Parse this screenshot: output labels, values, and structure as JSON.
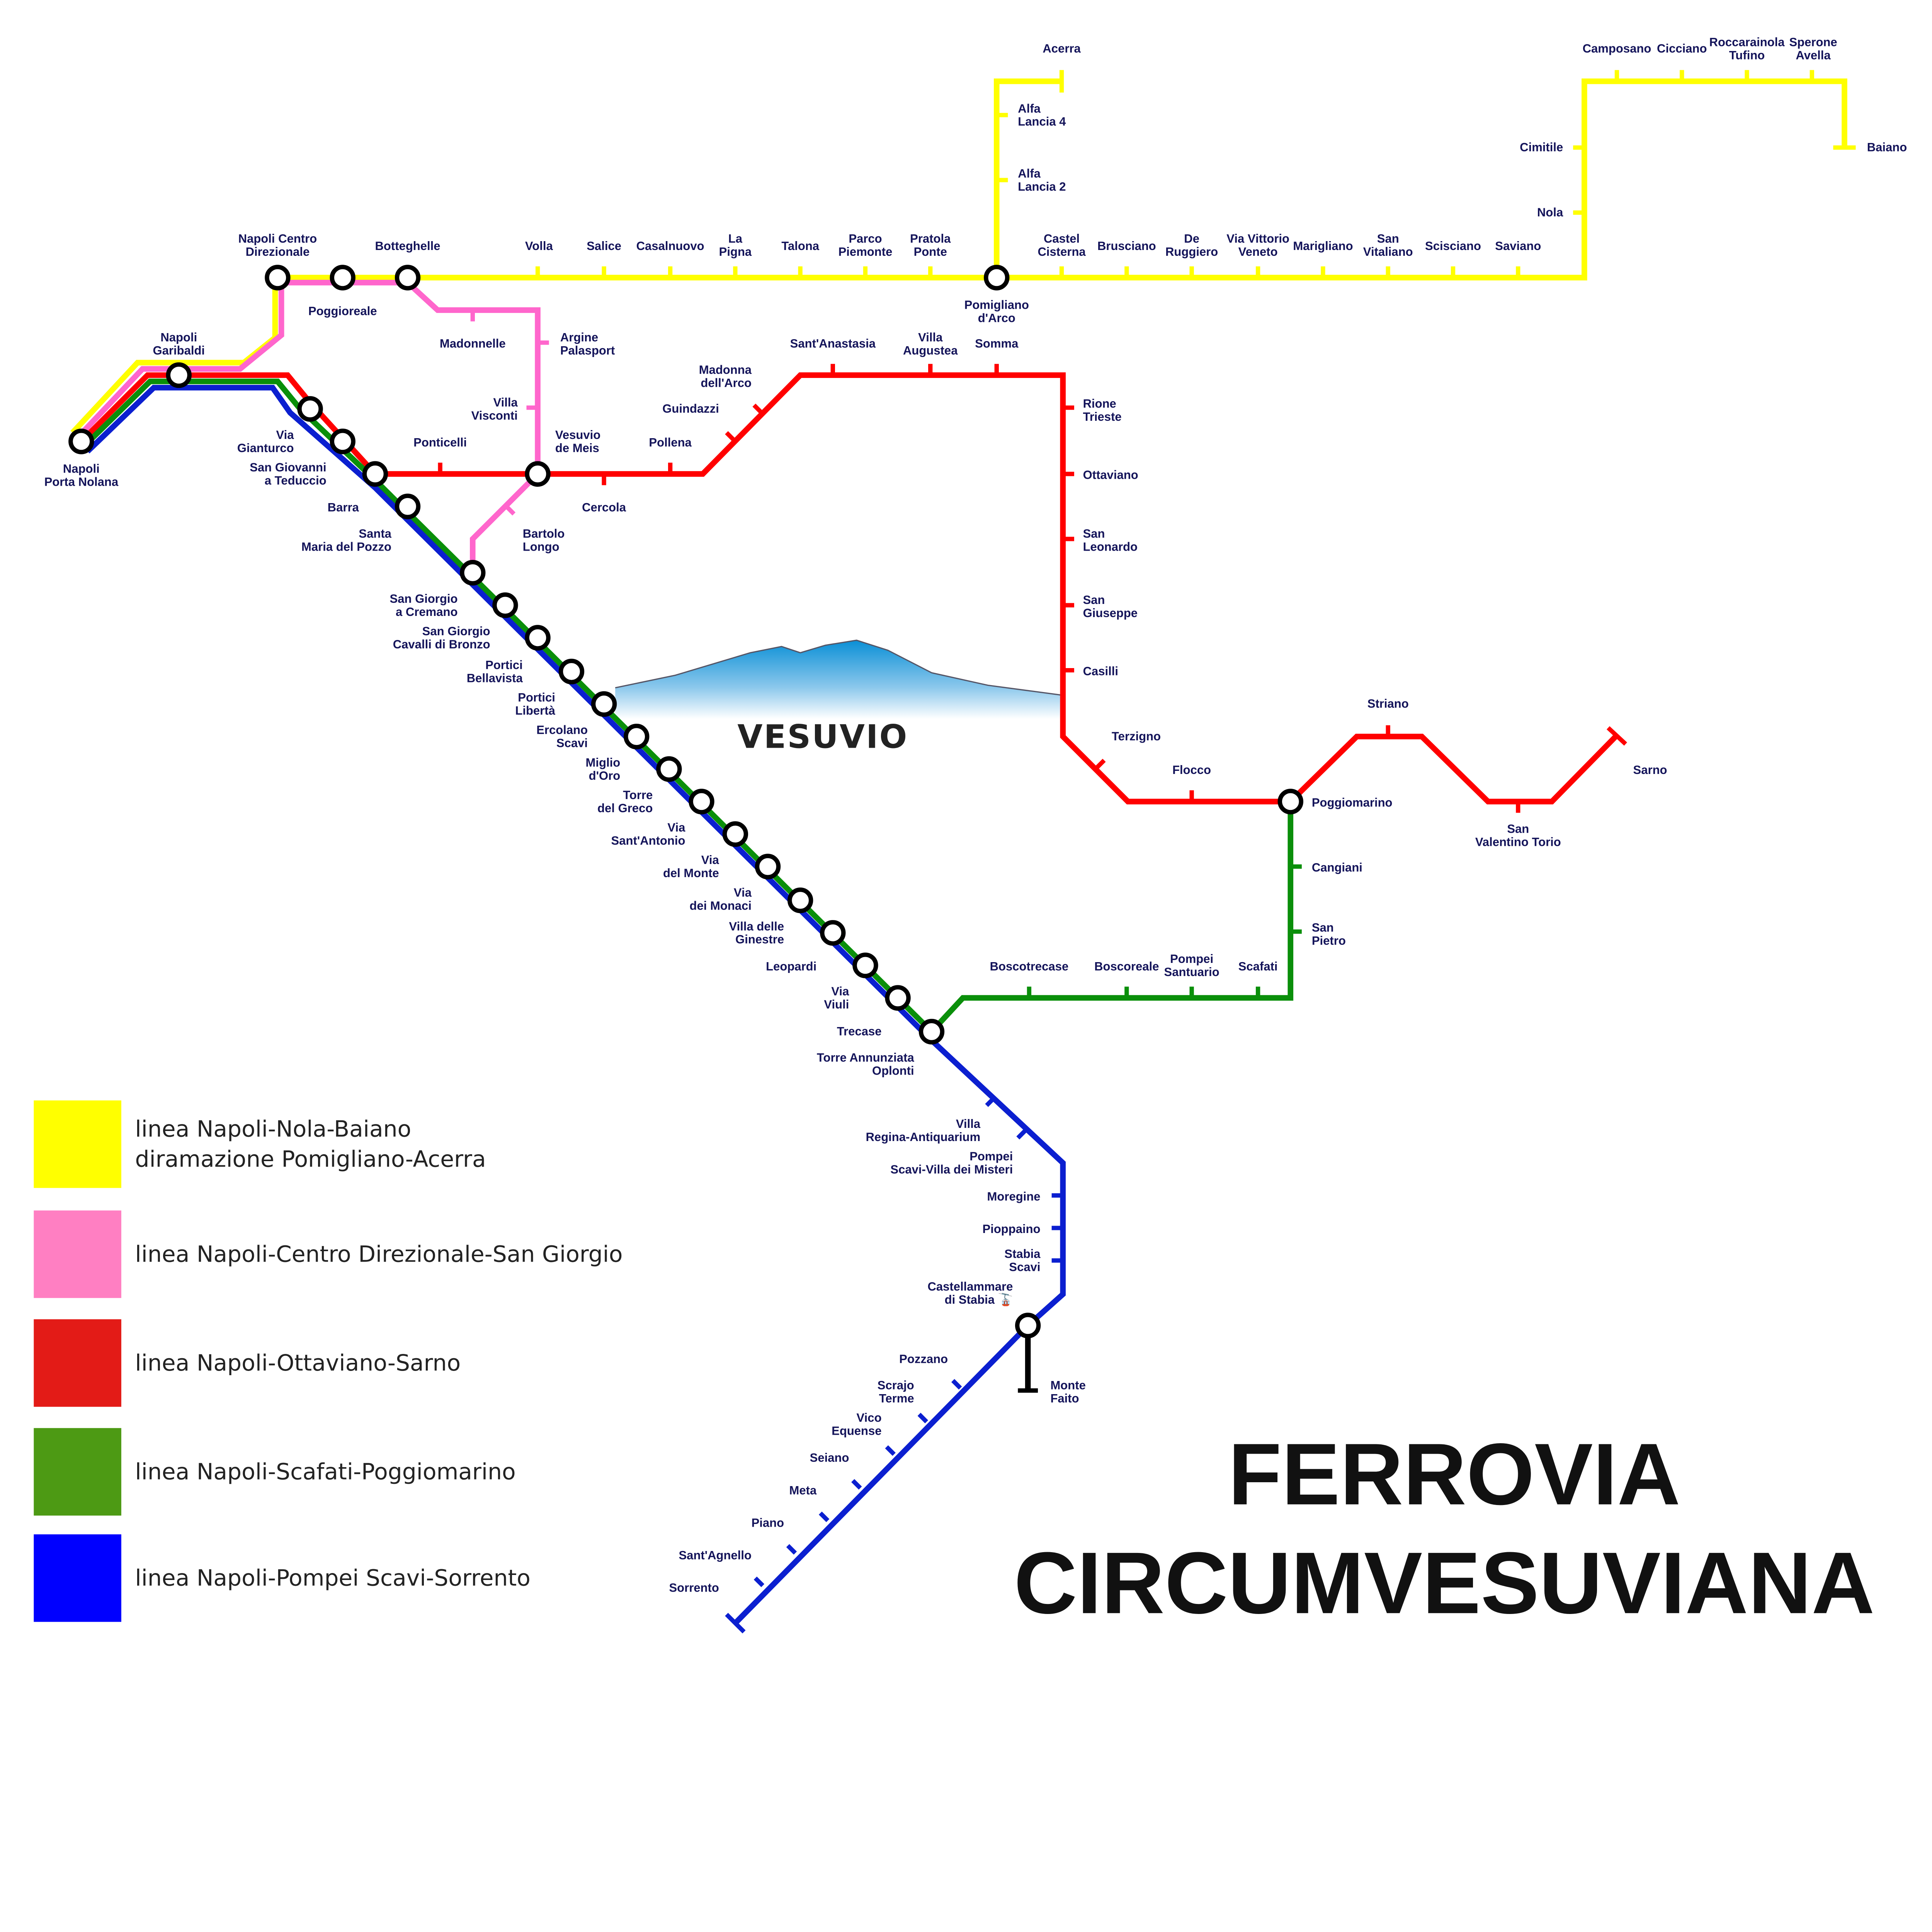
{
  "title": {
    "line1": "FERROVIA",
    "line2": "CIRCUMVESUVIANA"
  },
  "landmark": "VESUVIO",
  "colors": {
    "yellow": "#ffff00",
    "pink": "#ff7ccc",
    "red": "#ff0000",
    "green": "#0a8f0a",
    "blue": "#0b1fd0",
    "text": "#14145a"
  },
  "legend": [
    {
      "label": "linea Napoli-Nola-Baiano\ndiramazione Pomigliano-Acerra",
      "color": "#ffff00"
    },
    {
      "label": "linea Napoli-Centro Direzionale-San Giorgio",
      "color": "#ff7fc2"
    },
    {
      "label": "linea Napoli-Ottaviano-Sarno",
      "color": "#e31b17"
    },
    {
      "label": "linea Napoli-Scafati-Poggiomarino",
      "color": "#4d9a14"
    },
    {
      "label": "linea Napoli-Pompei Scavi-Sorrento",
      "color": "#0000ff"
    }
  ],
  "stations": {
    "acerra": "Acerra",
    "alfa4": "Alfa\nLancia 4",
    "alfa2": "Alfa\nLancia 2",
    "camposano": "Camposano",
    "cicciano": "Cicciano",
    "roccarainola": "Roccarainola\nTufino",
    "sperone": "Sperone\nAvella",
    "baiano": "Baiano",
    "cimitile": "Cimitile",
    "nola": "Nola",
    "centro_dir": "Napoli Centro\nDirezionale",
    "botteghelle": "Botteghelle",
    "volla": "Volla",
    "salice": "Salice",
    "casalnuovo": "Casalnuovo",
    "la_pigna": "La\nPigna",
    "talona": "Talona",
    "parco": "Parco\nPiemonte",
    "pratola": "Pratola\nPonte",
    "castel": "Castel\nCisterna",
    "brusciano": "Brusciano",
    "de_ruggiero": "De\nRuggiero",
    "vittorio": "Via Vittorio\nVeneto",
    "marigliano": "Marigliano",
    "san_vitaliano": "San\nVitaliano",
    "scisciano": "Scisciano",
    "saviano": "Saviano",
    "pomigliano": "Pomigliano\nd'Arco",
    "poggioreale": "Poggioreale",
    "madonnelle": "Madonnelle",
    "argine": "Argine\nPalasport",
    "garibaldi": "Napoli\nGaribaldi",
    "villa_visconti": "Villa\nVisconti",
    "ponticelli": "Ponticelli",
    "vesuvio_demeis": "Vesuvio\nde Meis",
    "pollena": "Pollena",
    "guindazzi": "Guindazzi",
    "madonna_arco": "Madonna\ndell'Arco",
    "sant_anastasia": "Sant'Anastasia",
    "villa_augustea": "Villa\nAugustea",
    "somma": "Somma",
    "rione": "Rione\nTrieste",
    "ottaviano": "Ottaviano",
    "san_leonardo": "San\nLeonardo",
    "san_giuseppe": "San\nGiuseppe",
    "casilli": "Casilli",
    "terzigno": "Terzigno",
    "flocco": "Flocco",
    "striano": "Striano",
    "sarno": "Sarno",
    "poggiomarino": "Poggiomarino",
    "san_valentino": "San\nValentino Torio",
    "cercola": "Cercola",
    "bartolo": "Bartolo\nLongo",
    "porta_nolana": "Napoli\nPorta Nolana",
    "via_gianturco": "Via\nGianturco",
    "san_giovanni": "San Giovanni\na Teduccio",
    "barra": "Barra",
    "santa_maria": "Santa\nMaria del Pozzo",
    "sg_cremano": "San Giorgio\na Cremano",
    "cavalli": "San Giorgio\nCavalli di Bronzo",
    "bellavista": "Portici\nBellavista",
    "liberta": "Portici\nLibertà",
    "ercolano": "Ercolano\nScavi",
    "miglio": "Miglio\nd'Oro",
    "torre_greco": "Torre\ndel Greco",
    "santantonio": "Via\nSant'Antonio",
    "via_monte": "Via\ndel Monte",
    "monaci": "Via\ndei Monaci",
    "ginestre": "Villa delle\nGinestre",
    "leopardi": "Leopardi",
    "viuli": "Via\nViuli",
    "trecase": "Trecase",
    "torre_ann": "Torre Annunziata\nOplonti",
    "cangiani": "Cangiani",
    "san_pietro": "San\nPietro",
    "boscotrecase": "Boscotrecase",
    "boscoreale": "Boscoreale",
    "pompei_santuario": "Pompei\nSantuario",
    "scafati": "Scafati",
    "villa_regina": "Villa\nRegina-Antiquarium",
    "pompei_scavi": "Pompei\nScavi-Villa dei Misteri",
    "moregine": "Moregine",
    "pioppaino": "Pioppaino",
    "stabia_scavi": "Stabia\nScavi",
    "castellammare": "Castellammare\ndi Stabia 🚡",
    "monte_faito": "Monte\nFaito",
    "pozzano": "Pozzano",
    "scrajo": "Scrajo\nTerme",
    "vico": "Vico\nEquense",
    "seiano": "Seiano",
    "meta": "Meta",
    "piano": "Piano",
    "santagnello": "Sant'Agnello",
    "sorrento": "Sorrento"
  }
}
